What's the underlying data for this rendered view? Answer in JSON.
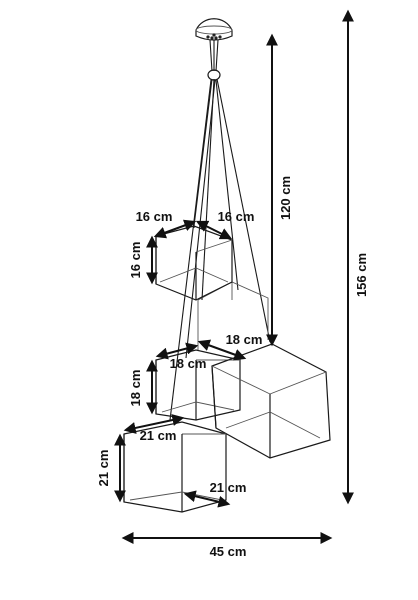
{
  "diagram": {
    "overall_height_label": "156 cm",
    "cord_length_label": "120 cm",
    "overall_width_label": "45 cm",
    "shade_small": {
      "width_label": "16 cm",
      "depth_label": "16 cm",
      "height_label": "16 cm"
    },
    "shade_medium": {
      "width_label": "18 cm",
      "depth_label": "18 cm",
      "height_label": "18 cm"
    },
    "shade_large": {
      "width_label": "21 cm",
      "depth_label": "21 cm",
      "height_label": "21 cm"
    }
  },
  "colors": {
    "line": "#1a1a1a",
    "background": "#ffffff"
  }
}
